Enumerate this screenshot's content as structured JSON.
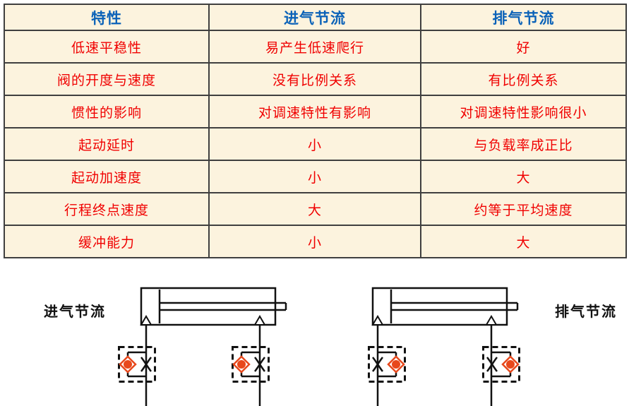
{
  "table": {
    "headers": [
      "特性",
      "进气节流",
      "排气节流"
    ],
    "rows": [
      [
        "低速平稳性",
        "易产生低速爬行",
        "好"
      ],
      [
        "阀的开度与速度",
        "没有比例关系",
        "有比例关系"
      ],
      [
        "惯性的影响",
        "对调速特性有影响",
        "对调速特性影响很小"
      ],
      [
        "起动延时",
        "小",
        "与负载率成正比"
      ],
      [
        "起动加速度",
        "小",
        "大"
      ],
      [
        "行程终点速度",
        "大",
        "约等于平均速度"
      ],
      [
        "缓冲能力",
        "小",
        "大"
      ]
    ]
  },
  "diagrams": {
    "left_label": "进气节流",
    "right_label": "排气节流"
  },
  "colors": {
    "header_text": "#0b62b8",
    "body_text": "#f00000",
    "table_bg": "#fcf3de",
    "border": "#3f3f3f",
    "valve_accent": "#e8481c"
  }
}
